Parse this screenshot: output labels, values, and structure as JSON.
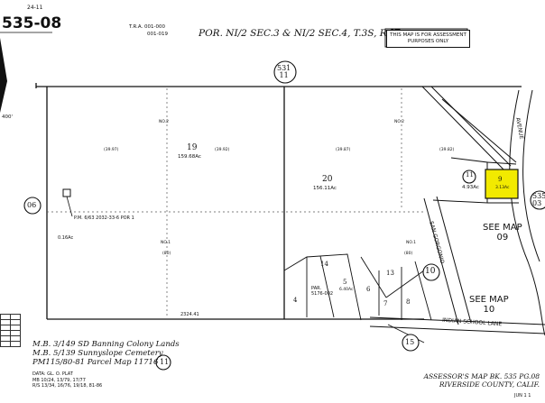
{
  "map": {
    "book_number": "535-08",
    "top_left_note": "24-11",
    "tra_line1": "T.R.A. 001-000",
    "tra_line2": "001-019",
    "header_title": "POR. NI/2 SEC.3 & NI/2 SEC.4, T.3S, R.IE",
    "assessment_note": "THIS MAP IS FOR ASSESSMENT PURPOSES ONLY",
    "adjacent_page_top": "531\n11",
    "adjacent_page_right": "535\n03",
    "adjacent_page_left": "06",
    "adjacent_page_bottom_left": "11",
    "adjacent_page_bottom_right": "15",
    "north_arrow_label": "400'",
    "road_avenue": "AVENUE",
    "road_school_lane": "INDIAN SCHOOL LANE",
    "road_gorgonio": "SAN GORGONIO",
    "parcels": [
      {
        "id": "19",
        "area": "159.68Ac"
      },
      {
        "id": "20",
        "area": "156.11Ac"
      },
      {
        "id": "11",
        "area": "4.93Ac"
      },
      {
        "id": "9",
        "area": "3.13Ac",
        "highlighted": true
      },
      {
        "id": "10",
        "area": ""
      },
      {
        "id": "5",
        "area": "6.40Ac"
      },
      {
        "id": "6",
        "area": ""
      },
      {
        "id": "7",
        "area": ""
      },
      {
        "id": "8",
        "area": ""
      },
      {
        "id": "4",
        "area": ""
      },
      {
        "id": "13",
        "area": ""
      },
      {
        "id": "14",
        "area": ""
      }
    ],
    "lot_labels": [
      "NO.2",
      "NO.2",
      "NO.1",
      "NO.1",
      "(80)",
      "(80)",
      "(39.97)",
      "(39.92)",
      "(39.87)",
      "(39.82)"
    ],
    "see_map_1": "SEE MAP\n09",
    "see_map_2": "SEE MAP\n10",
    "left_note": "P.M. 6/63 2032-33-6 POR 1",
    "left_note_area": "0.16Ac",
    "par_label": "PAR.",
    "par_num": "5176-002",
    "bottom_dim": "2324.41",
    "legend_lines": [
      "M.B. 3/149 SD Banning Colony Lands",
      "M.B. 5/139 Sunnyslope Cemetery",
      "PM115/80-81 Parcel Map 11716"
    ],
    "data_lines": [
      "DATA: GL. O. PLAT",
      "MB 10/24, 13/79, 17/77",
      "R/S 13/34, 16/76, 19/18, 81-86"
    ],
    "footer_line1": "ASSESSOR'S MAP BK. 535 PG.08",
    "footer_line2": "RIVERSIDE COUNTY, CALIF.",
    "footer_date": "JUN 1 1"
  },
  "colors": {
    "highlight": "#f2ea00",
    "ink": "#111111",
    "paper": "#ffffff"
  }
}
